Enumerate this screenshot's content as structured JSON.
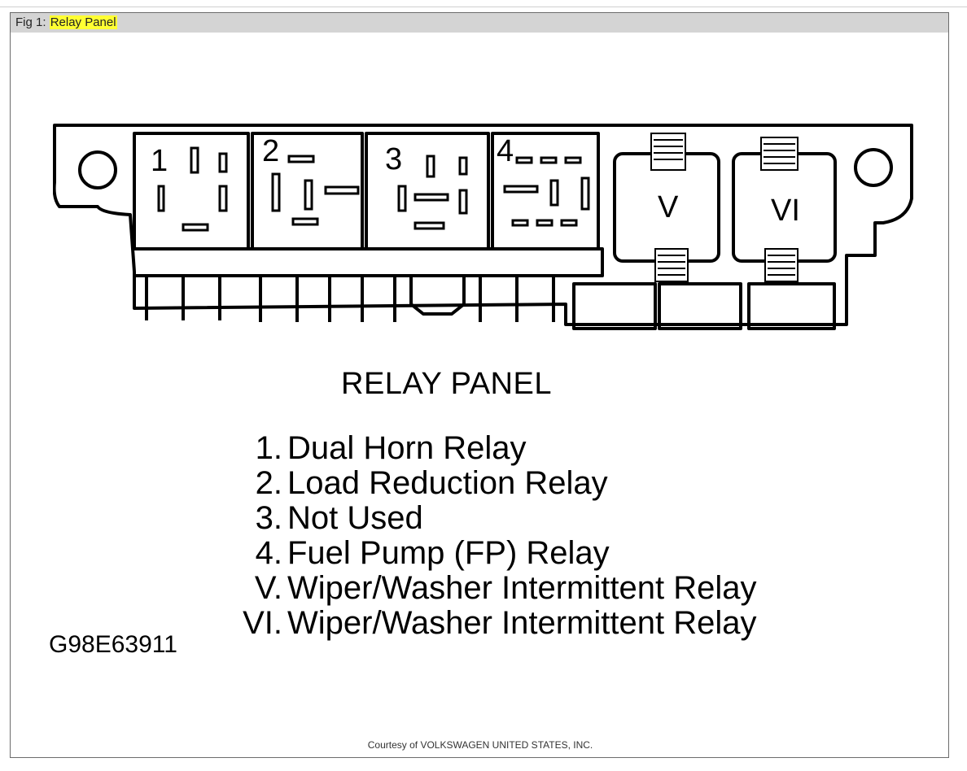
{
  "caption": {
    "prefix": "Fig 1:",
    "title": "Relay Panel"
  },
  "diagram": {
    "slot_labels": [
      "1",
      "2",
      "3",
      "4",
      "V",
      "VI"
    ],
    "title": "RELAY PANEL",
    "legend": [
      {
        "num": "1.",
        "text": "Dual Horn Relay"
      },
      {
        "num": "2.",
        "text": "Load Reduction Relay"
      },
      {
        "num": "3.",
        "text": "Not Used"
      },
      {
        "num": "4.",
        "text": "Fuel Pump (FP) Relay"
      },
      {
        "num": "V.",
        "text": "Wiper/Washer Intermittent Relay"
      },
      {
        "num": "VI.",
        "text": "Wiper/Washer Intermittent Relay"
      }
    ],
    "code": "G98E63911"
  },
  "credit": "Courtesy of VOLKSWAGEN UNITED STATES, INC."
}
